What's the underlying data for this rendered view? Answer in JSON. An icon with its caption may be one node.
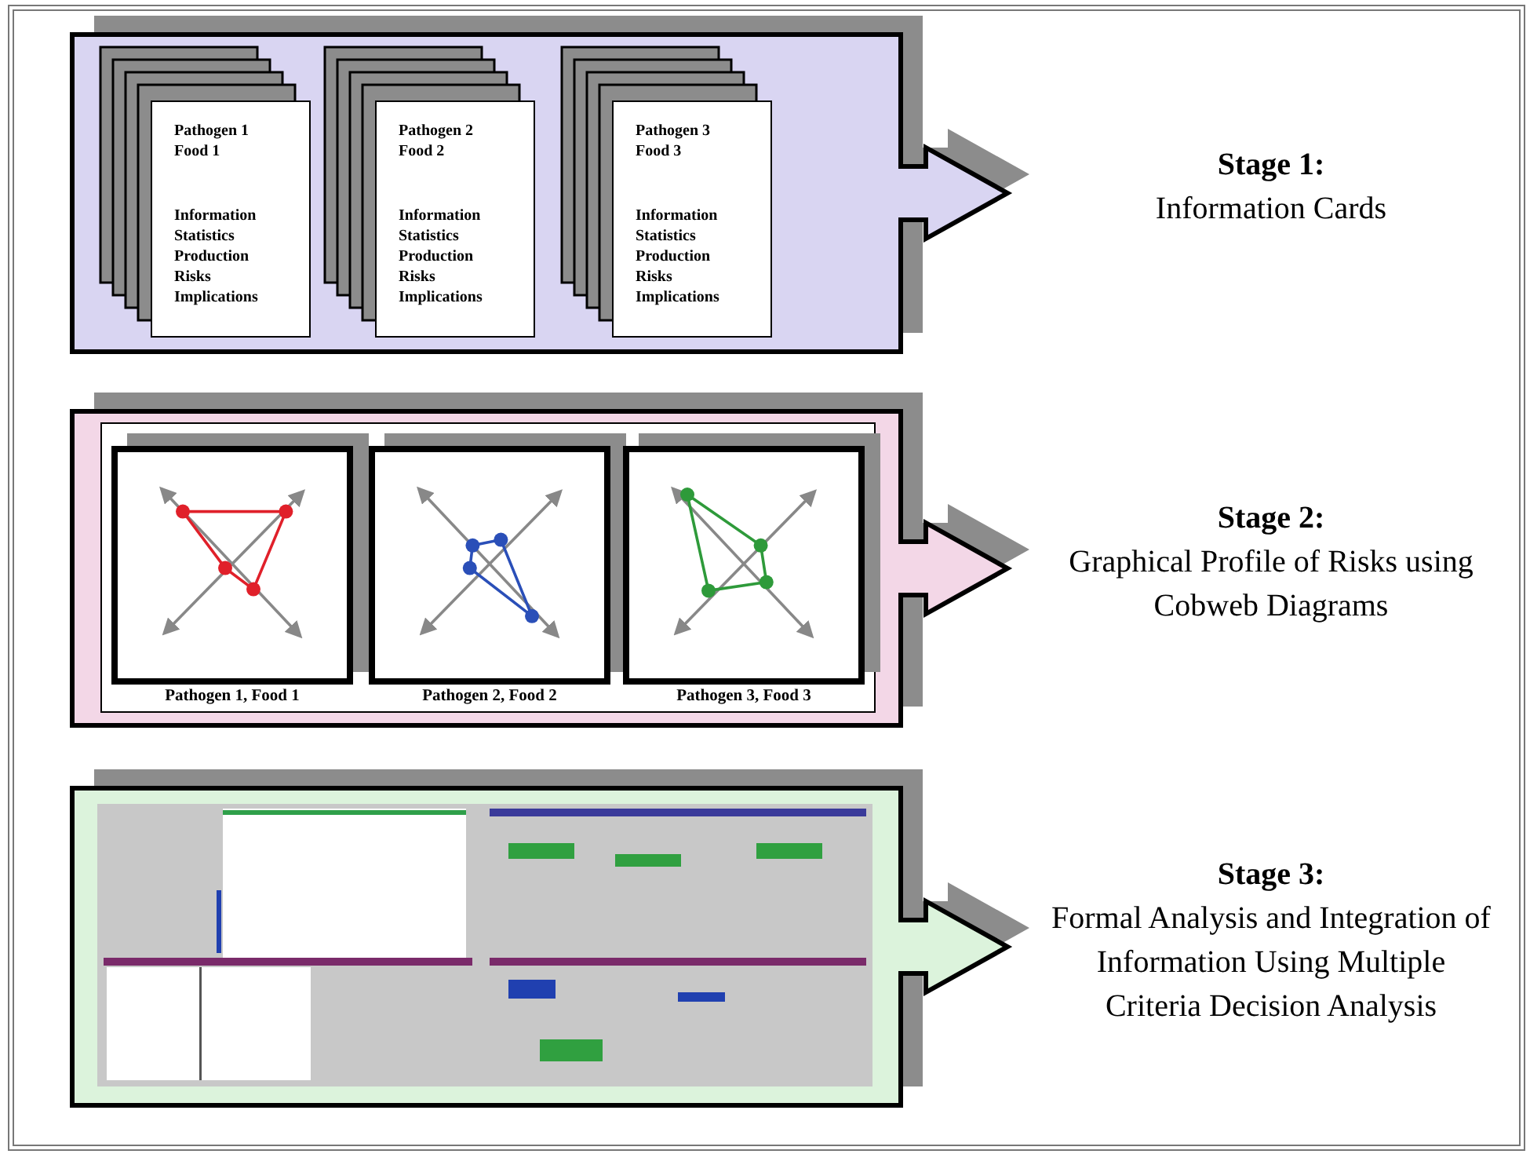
{
  "diagram": {
    "nodes": [
      {
        "text": [],
        "shape": "arrow",
        "beside": [
          "Stage 1:",
          "Information Cards"
        ]
      },
      {
        "text": [
          "Pathogen 1 Food 1",
          "Information Statistics Production Risks Implications"
        ],
        "in": 0
      },
      {
        "text": [
          "Pathogen 2 Food 2",
          "Information Statistics Production Risks Implications"
        ],
        "in": 0
      },
      {
        "text": [
          "Pathogen 3 Food 3",
          "Information Statistics Production Risks Implications"
        ],
        "in": 0
      },
      {
        "text": [],
        "shape": "arrow",
        "beside": [
          "Stage 2:",
          "Graphical Profile of Risks using Cobweb Diagrams"
        ]
      },
      {
        "text": [],
        "shape": "box",
        "in": 4
      },
      {
        "text": [],
        "shape": "picture",
        "in": 5,
        "beside": [
          "Pathogen 1, Food 1"
        ]
      },
      {
        "text": [],
        "shape": "picture",
        "in": 5,
        "beside": [
          "Pathogen 2, Food 2"
        ]
      },
      {
        "text": [],
        "shape": "picture",
        "in": 5,
        "beside": [
          "Pathogen 3, Food 3"
        ]
      },
      {
        "text": [],
        "shape": "arrow",
        "beside": [
          "Stage 3:",
          "Formal Analysis and Integration of Information Using Multiple Criteria Decision Analysis"
        ]
      },
      {
        "text": [],
        "shape": "picture",
        "in": 9
      }
    ],
    "edges": []
  }
}
